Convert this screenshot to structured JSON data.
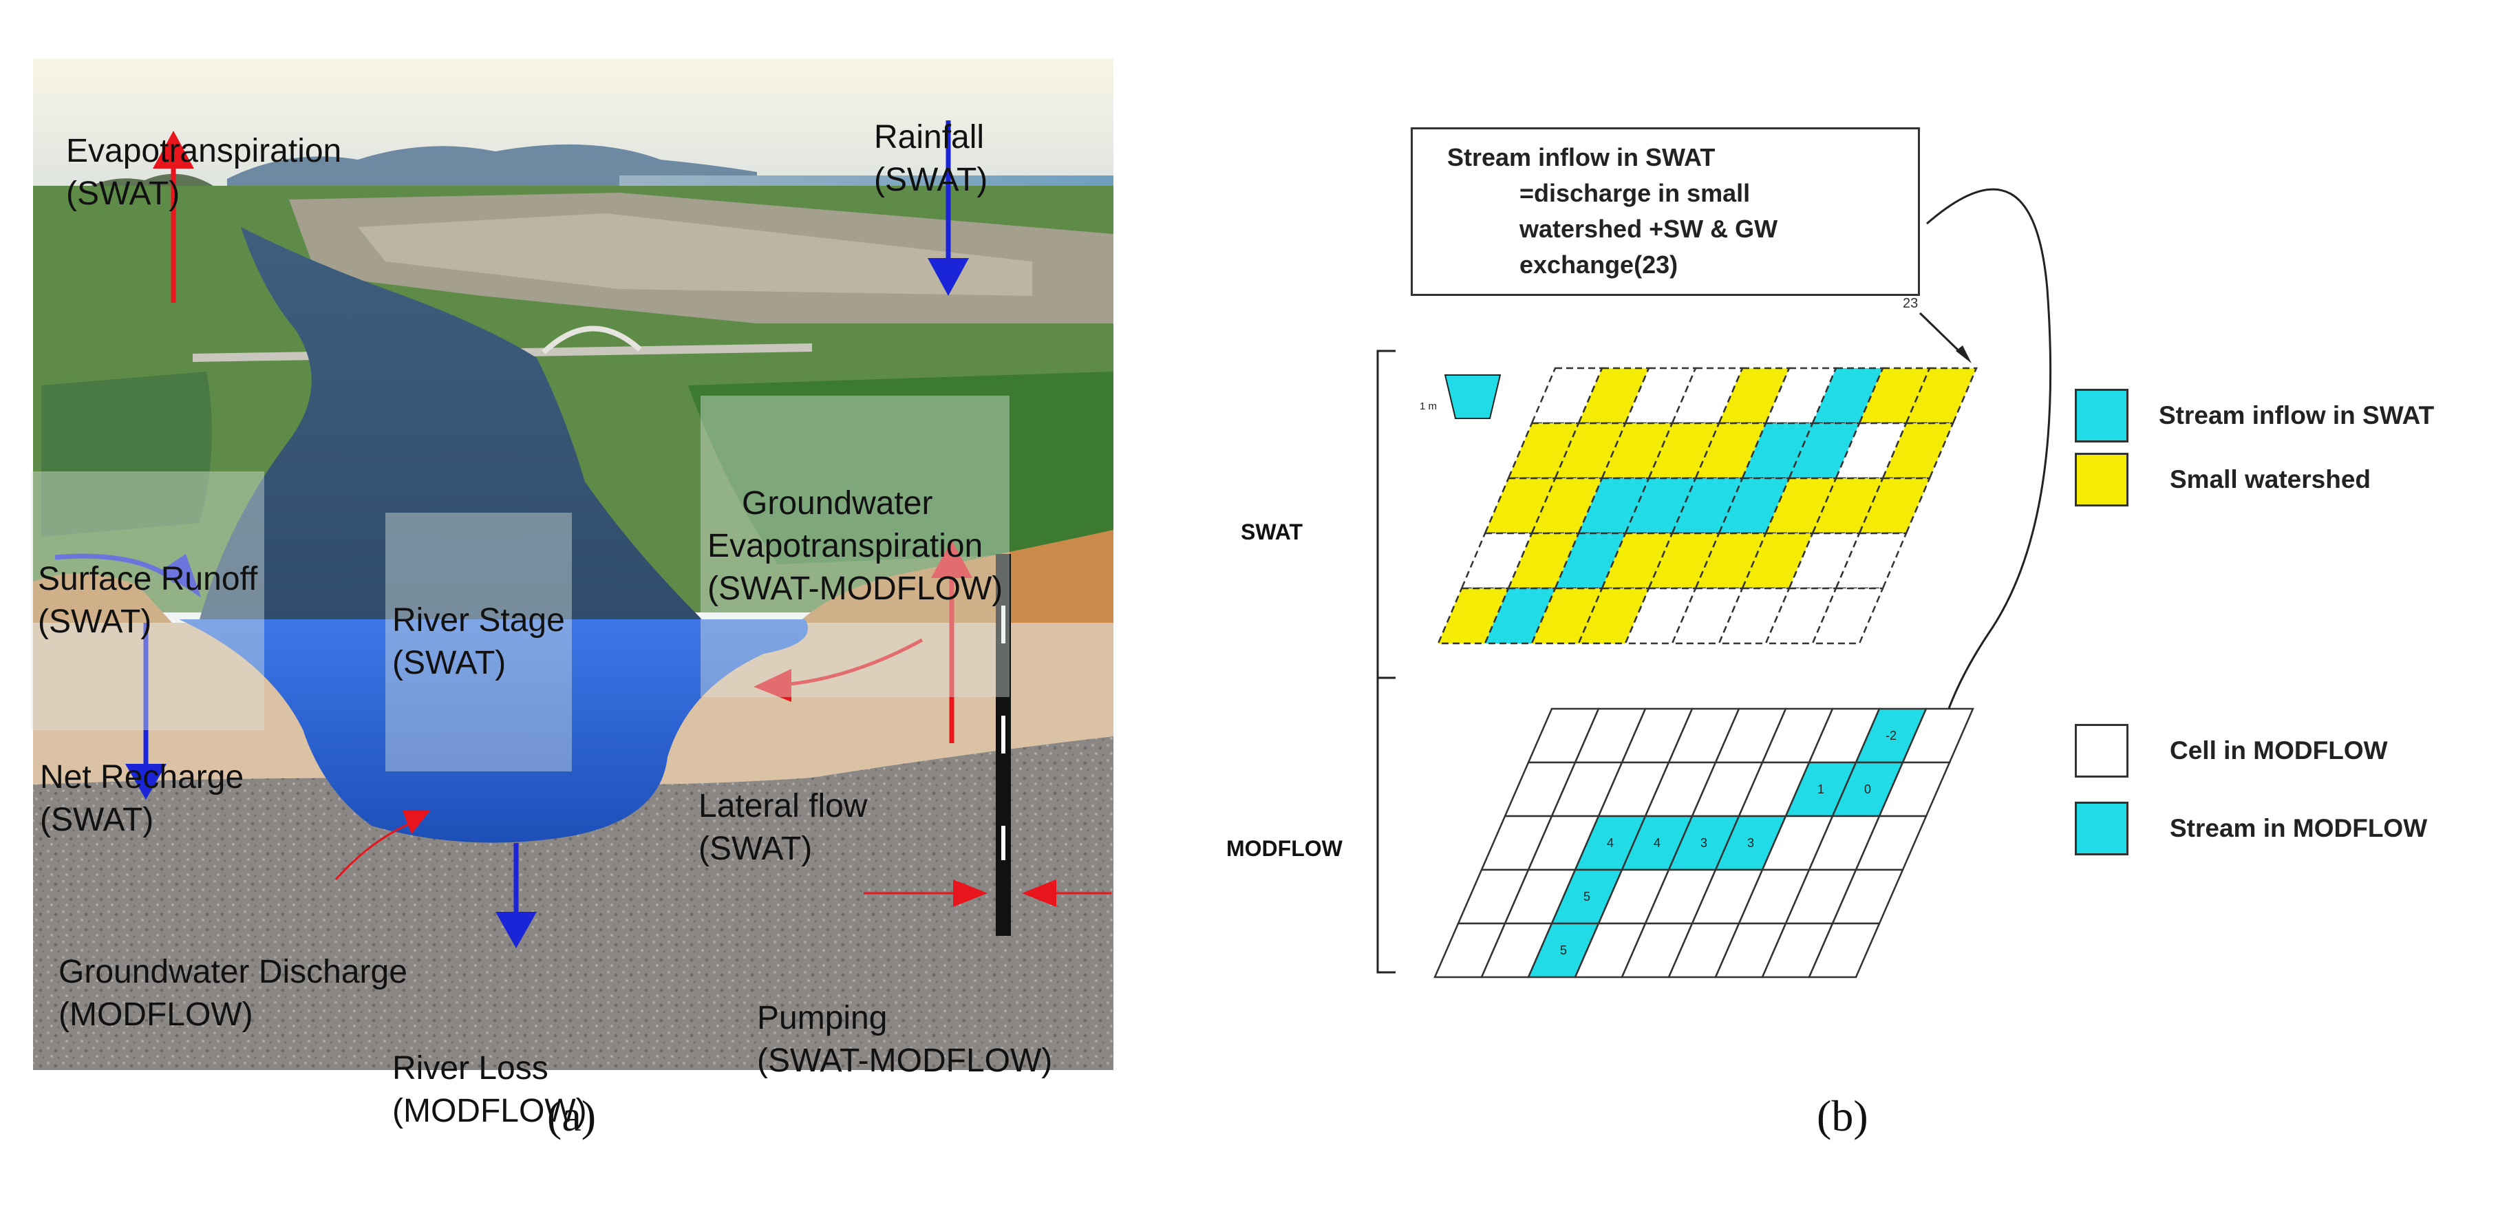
{
  "panel_a": {
    "caption": "(a)",
    "labels": {
      "evapotranspiration": [
        "Evapotranspiration",
        "(SWAT)"
      ],
      "rainfall": [
        "Rainfall",
        "(SWAT)"
      ],
      "gw_evapotranspiration": [
        "Groundwater",
        "Evapotranspiration",
        "(SWAT-MODFLOW)"
      ],
      "surface_runoff": [
        "Surface Runoff",
        "(SWAT)"
      ],
      "river_stage": [
        "River Stage",
        "(SWAT)"
      ],
      "net_recharge": [
        "Net Recharge",
        "(SWAT)"
      ],
      "lateral_flow": [
        "Lateral flow",
        "(SWAT)"
      ],
      "gw_discharge": [
        "Groundwater Discharge",
        "(MODFLOW)"
      ],
      "river_loss": [
        "River Loss",
        "(MODFLOW)"
      ],
      "pumping": [
        "Pumping",
        "(SWAT-MODFLOW)"
      ]
    },
    "colors": {
      "up_arrow": "#e8161c",
      "down_arrow": "#1a25d8",
      "river_water": "#2a62d2",
      "top_soil": "#c98a4a",
      "vadose_zone": "#dcc2a4",
      "aquifer": "#8a8584",
      "sky": "#f3eedc",
      "vegetation": "#3f8a3a"
    }
  },
  "panel_b": {
    "caption": "(b)",
    "info_box": [
      "Stream inflow in SWAT",
      "=discharge in small",
      "watershed +SW & GW",
      "exchange(23)"
    ],
    "callout_number": "23",
    "bucket_label": "1 m",
    "section_labels": {
      "swat": "SWAT",
      "modflow": "MODFLOW"
    },
    "legend": [
      {
        "label": "Stream inflow in SWAT",
        "color": "#21dce6"
      },
      {
        "label": "Small watershed",
        "color": "#f5ec05"
      },
      {
        "label": "Cell in MODFLOW",
        "color": "#ffffff"
      },
      {
        "label": "Stream in MODFLOW",
        "color": "#21dce6"
      }
    ],
    "stream_cell_values": [
      "-2",
      "1",
      "0",
      "4",
      "4",
      "3",
      "3",
      "5",
      "5"
    ]
  }
}
